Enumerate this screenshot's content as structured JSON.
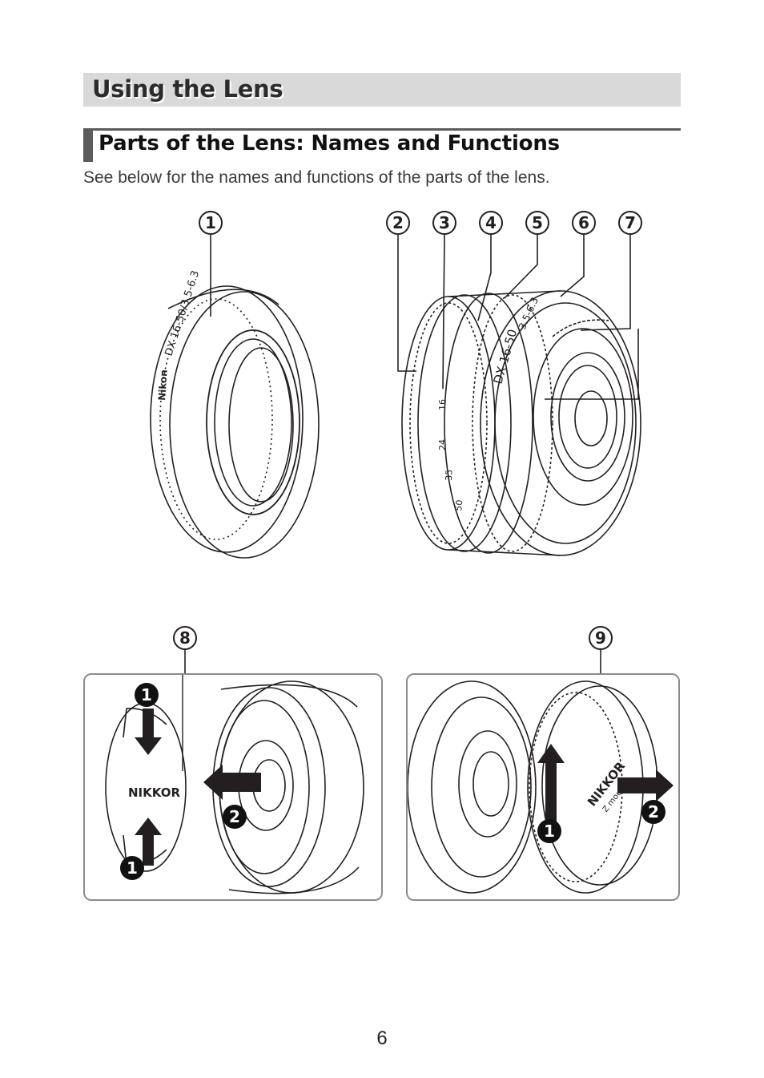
{
  "section_title": "Using the Lens",
  "subsection_title": "Parts of the Lens: Names and Functions",
  "intro_text": "See below for the names and functions of the parts of the lens.",
  "callouts": [
    "1",
    "2",
    "3",
    "4",
    "5",
    "6",
    "7",
    "8",
    "9"
  ],
  "lens_markings": {
    "hood_text": "DX 16-50/3.5-6.3",
    "hood_brand": "Nikon",
    "barrel_text": "DX 16-50",
    "aperture_text": "3.5-6.3",
    "zoom_scale": [
      "16",
      "24",
      "35",
      "50"
    ]
  },
  "front_cap_brand": "NIKKOR",
  "rear_cap_brand": "NIKKOR",
  "rear_cap_mount": "Z mount",
  "steps": {
    "front_step1": "1",
    "front_step2": "2",
    "rear_step1": "1",
    "rear_step2": "2"
  },
  "page_number": "6"
}
